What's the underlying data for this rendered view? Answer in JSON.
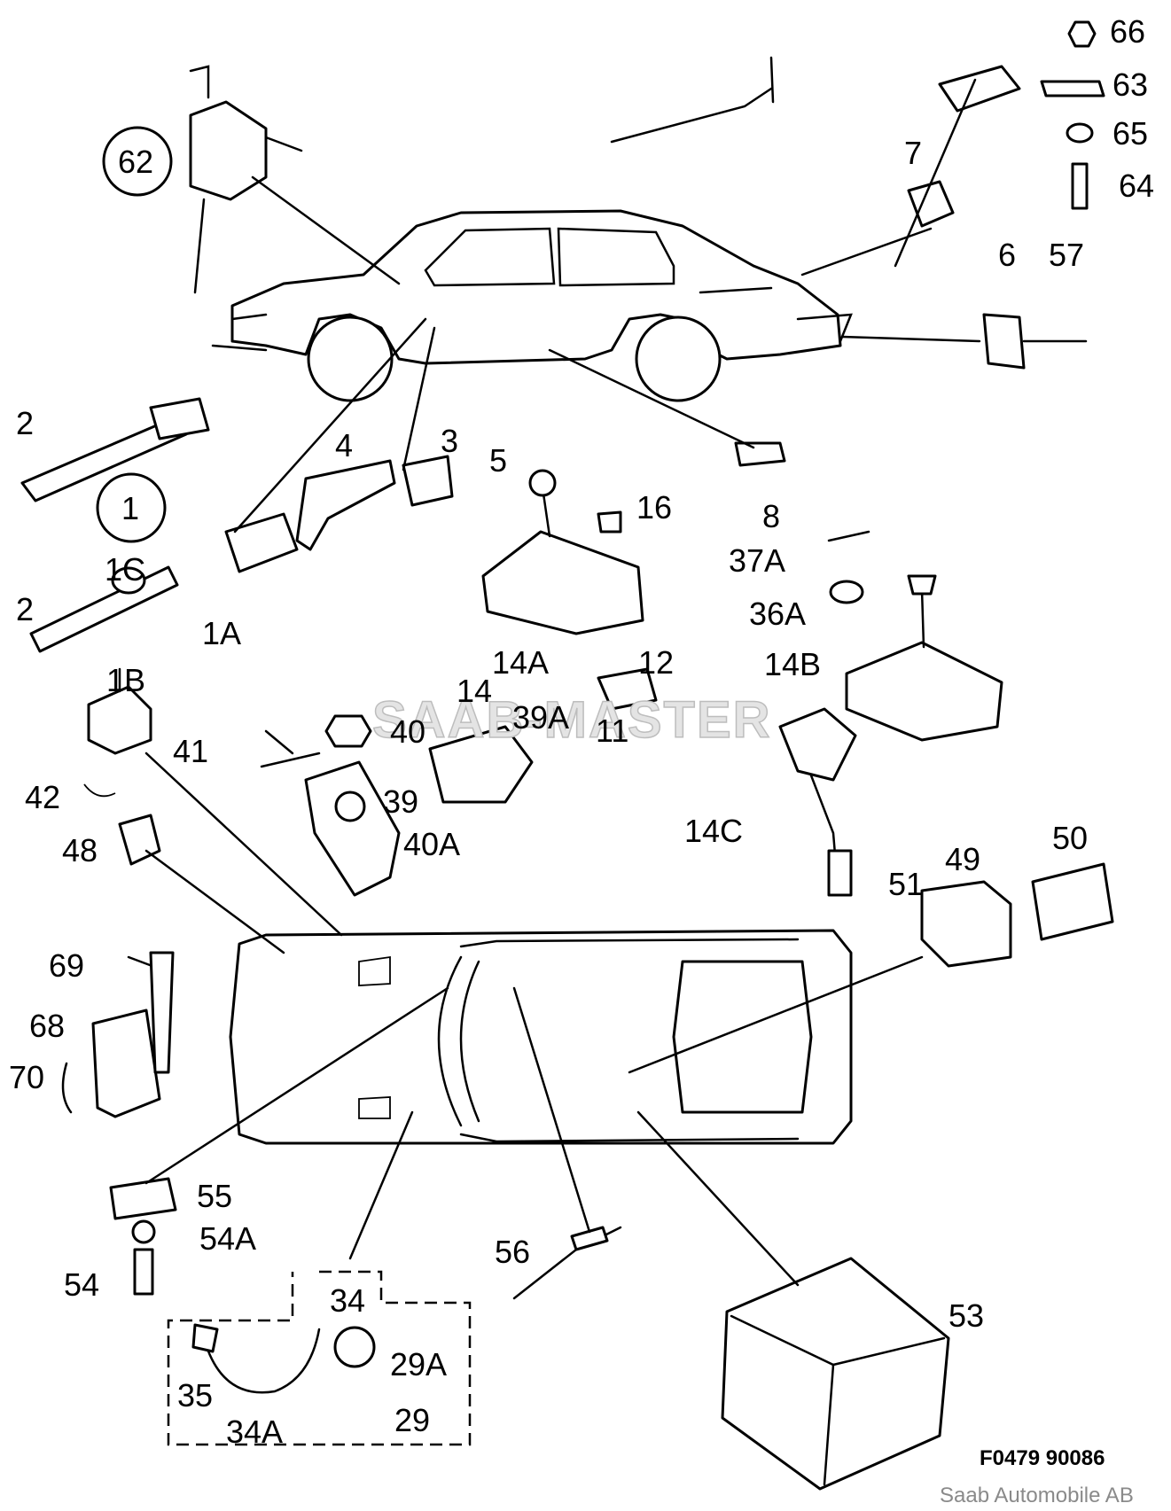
{
  "callouts": [
    "66",
    "63",
    "65",
    "64",
    "62",
    "7",
    "6",
    "57",
    "2",
    "1",
    "3",
    "4",
    "5",
    "8",
    "16",
    "37A",
    "1C",
    "36A",
    "1A",
    "2",
    "1B",
    "14",
    "14A",
    "12",
    "14B",
    "40",
    "39A",
    "11",
    "41",
    "42",
    "39",
    "40A",
    "14C",
    "48",
    "49",
    "50",
    "51",
    "69",
    "68",
    "70",
    "55",
    "54A",
    "56",
    "54",
    "34",
    "53",
    "29A",
    "35",
    "34A",
    "29"
  ],
  "encircled": [
    "62",
    "1"
  ],
  "watermark": "SAAB-MASTER",
  "figure_code": "F0479  90086",
  "credit": "Saab Automobile AB"
}
